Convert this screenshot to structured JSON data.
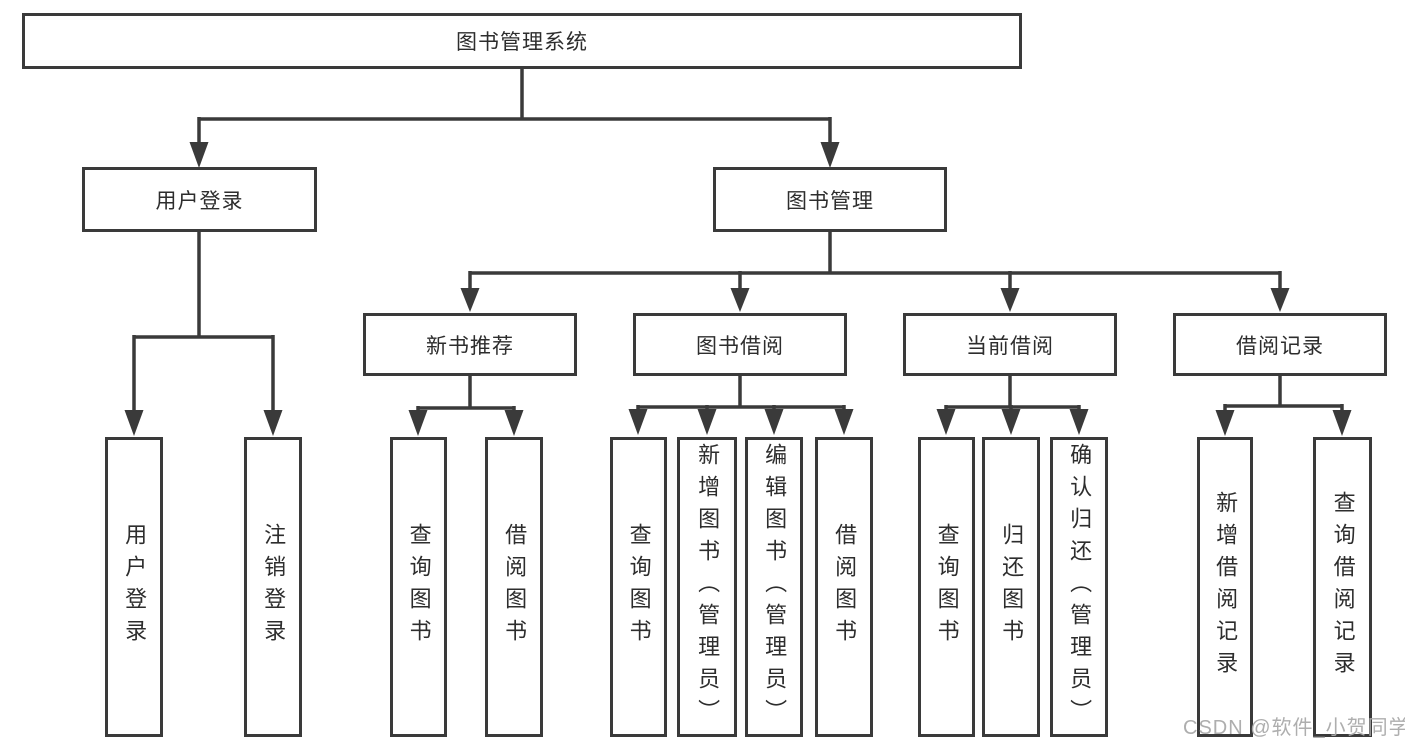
{
  "tree": {
    "root": {
      "label": "图书管理系统"
    },
    "level2": [
      {
        "label": "用户登录"
      },
      {
        "label": "图书管理"
      }
    ],
    "level3": [
      {
        "label": "新书推荐"
      },
      {
        "label": "图书借阅"
      },
      {
        "label": "当前借阅"
      },
      {
        "label": "借阅记录"
      }
    ],
    "leaves": {
      "user_login": [
        {
          "label": "用户登录"
        },
        {
          "label": "注销登录"
        }
      ],
      "new_book_recommendation": [
        {
          "label": "查询图书"
        },
        {
          "label": "借阅图书"
        }
      ],
      "book_borrowing": [
        {
          "label": "查询图书"
        },
        {
          "label": "新增图书（管理员）"
        },
        {
          "label": "编辑图书（管理员）"
        },
        {
          "label": "借阅图书"
        }
      ],
      "current_borrowing": [
        {
          "label": "查询图书"
        },
        {
          "label": "归还图书"
        },
        {
          "label": "确认归还（管理员）"
        }
      ],
      "borrowing_records": [
        {
          "label": "新增借阅记录"
        },
        {
          "label": "查询借阅记录"
        }
      ]
    }
  },
  "colors": {
    "line": "#3a3a3a",
    "text": "#2d2d2d",
    "watermark": "#aaaaaa"
  },
  "watermark": {
    "text": "CSDN @软件_小贺同学"
  }
}
